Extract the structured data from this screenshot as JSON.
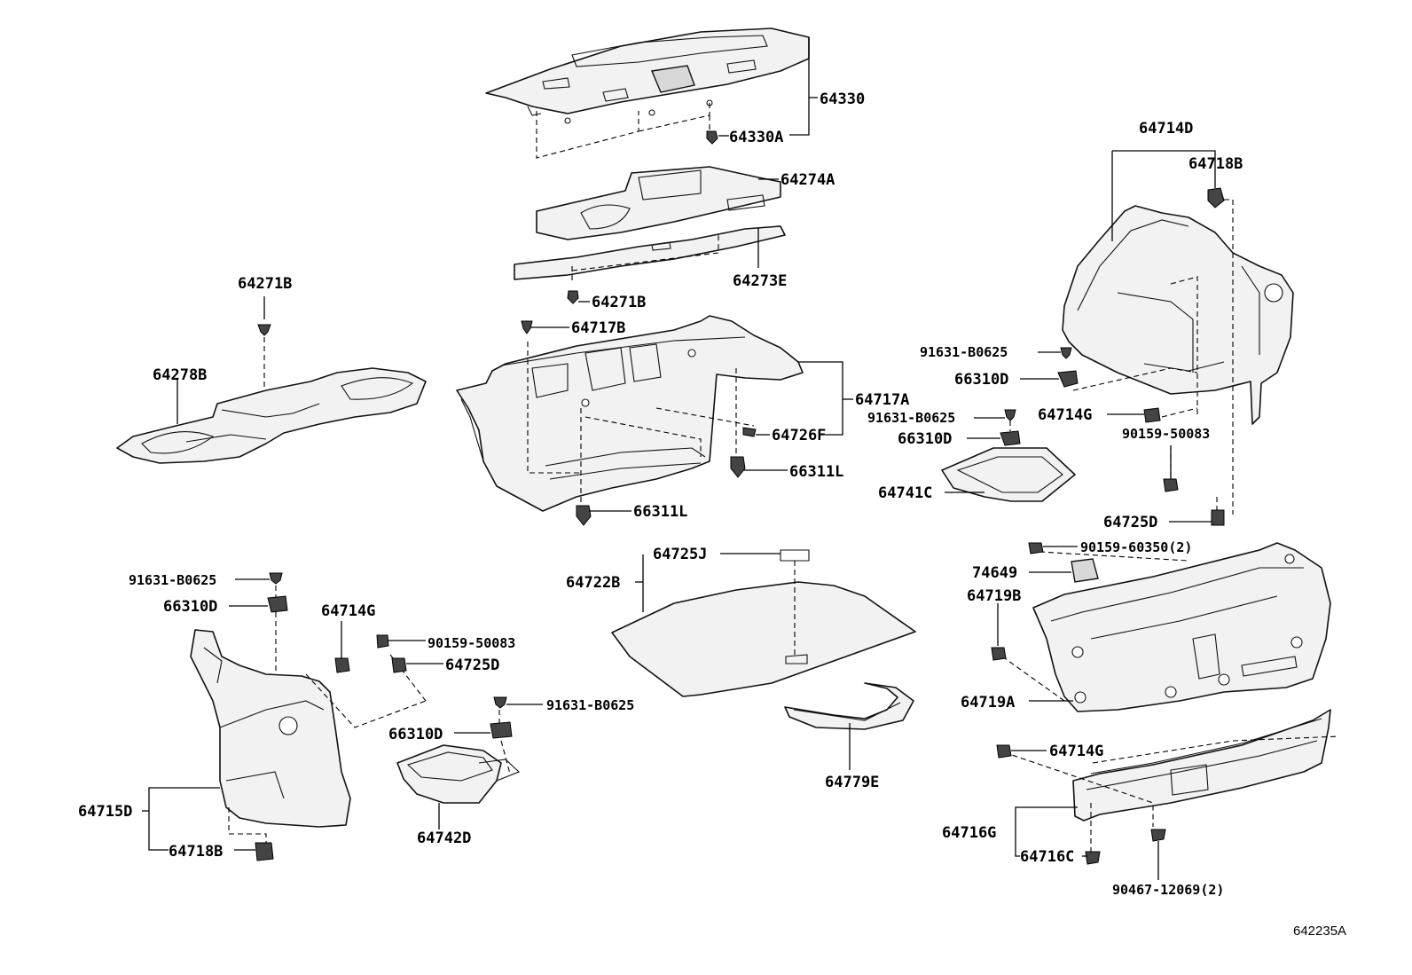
{
  "diagram_id": "642235A",
  "callouts": {
    "p64330": "64330",
    "p64330A": "64330A",
    "p64274A": "64274A",
    "p64273E": "64273E",
    "p64271B_center": "64271B",
    "p64271B_left": "64271B",
    "p64278B": "64278B",
    "p64717B": "64717B",
    "p64717A": "64717A",
    "p64726F": "64726F",
    "p66311L_upper": "66311L",
    "p66311L_lower": "66311L",
    "p64714D": "64714D",
    "p64718B_upper": "64718B",
    "p91631_right_upper": "91631-B0625",
    "p66310D_right_upper": "66310D",
    "p91631_right_mid": "91631-B0625",
    "p66310D_right_mid": "66310D",
    "p64714G_right": "64714G",
    "p90159_50083_right": "90159-50083",
    "p64741C": "64741C",
    "p64725D_right": "64725D",
    "p90159_60350": "90159-60350(2)",
    "p74649": "74649",
    "p64719B": "64719B",
    "p64719A": "64719A",
    "p64714G_lower_right": "64714G",
    "p64716G": "64716G",
    "p64716C": "64716C",
    "p90467": "90467-12069(2)",
    "p64725J": "64725J",
    "p64722B": "64722B",
    "p64779E": "64779E",
    "p91631_left": "91631-B0625",
    "p66310D_left": "66310D",
    "p64714G_left": "64714G",
    "p90159_50083_left": "90159-50083",
    "p64725D_left": "64725D",
    "p91631_center_low": "91631-B0625",
    "p66310D_center_low": "66310D",
    "p64742D": "64742D",
    "p64715D": "64715D",
    "p64718B_lower": "64718B"
  }
}
